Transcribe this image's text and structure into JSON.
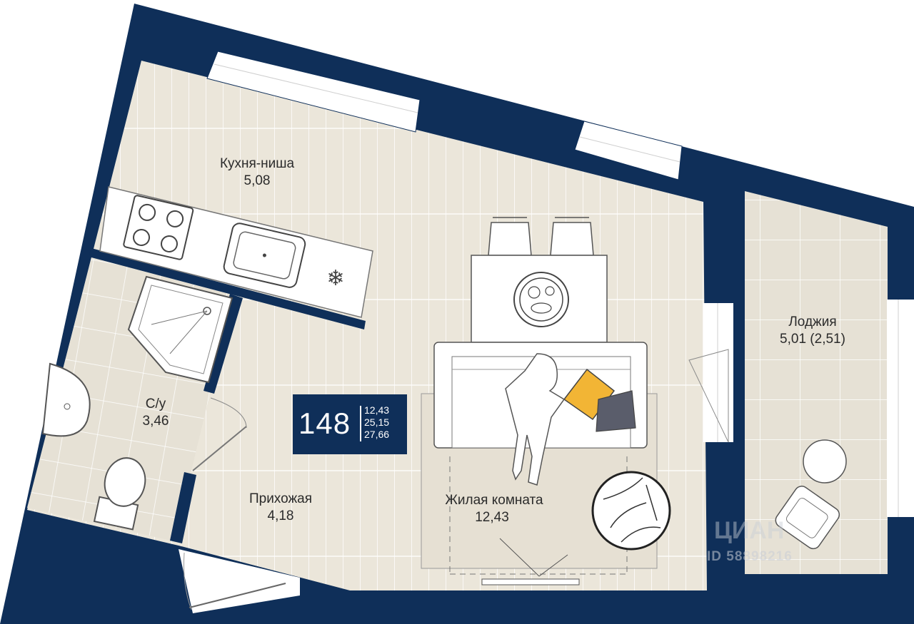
{
  "rooms": {
    "kitchen": {
      "name": "Кухня-ниша",
      "area": "5,08"
    },
    "bathroom": {
      "name": "С/у",
      "area": "3,46"
    },
    "hallway": {
      "name": "Прихожая",
      "area": "4,18"
    },
    "living": {
      "name": "Жилая комната",
      "area": "12,43"
    },
    "loggia": {
      "name": "Лоджия",
      "area": "5,01 (2,51)"
    }
  },
  "badge": {
    "number": "148",
    "living_area": "12,43",
    "area_no_loggia": "25,15",
    "total_area": "27,66"
  },
  "watermark": {
    "logo": "ЦИАН",
    "id_text": "ID 58898216"
  },
  "colors": {
    "wall": "#0f2f59",
    "floor": "#e9e4d8",
    "tile": "#e3ddd0",
    "accent": "#f2b535",
    "pillow": "#5a5d6b"
  }
}
